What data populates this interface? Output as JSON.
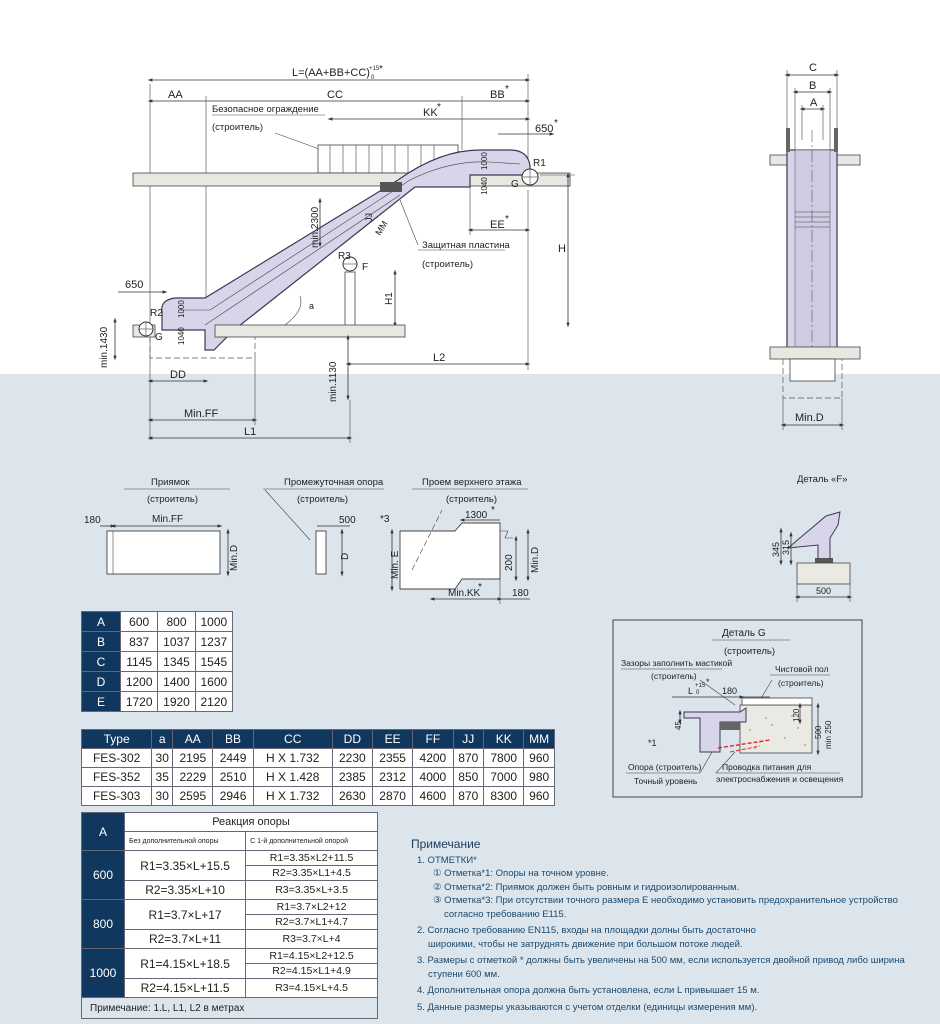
{
  "main_drawing": {
    "formula_L": "L=(AA+BB+CC)",
    "formula_tol_top": "+15",
    "formula_tol_bottom": "0",
    "star": "*",
    "dim_AA": "AA",
    "dim_CC": "CC",
    "dim_BB": "BB",
    "dim_KK": "KK",
    "dim_650_top": "650",
    "dim_650_left": "650",
    "guard_line1": "Безопасное ограждение",
    "guard_line2": "(строитель)",
    "protect_line1": "Защитная пластина",
    "protect_line2": "(строитель)",
    "dim_EE": "EE",
    "dim_H": "H",
    "dim_H1": "H1",
    "dim_min2300": "min.2300",
    "dim_JJ": "JJ",
    "dim_MM": "MM",
    "dim_a": "a",
    "label_R1": "R1",
    "label_R2": "R2",
    "label_R3": "R3",
    "label_G_top": "G",
    "label_G_bottom": "G",
    "label_F": "F",
    "dim_1040_top": "1040",
    "dim_1000_top": "1000",
    "dim_1040_bottom": "1040",
    "dim_1000_bottom": "1000",
    "dim_min1430": "min.1430",
    "dim_min1130": "min.1130",
    "dim_DD": "DD",
    "dim_L2": "L2",
    "dim_minFF": "Min.FF",
    "dim_L1": "L1"
  },
  "side_view": {
    "dim_C": "C",
    "dim_B": "B",
    "dim_A": "A",
    "dim_minD": "Min.D"
  },
  "plan_views": {
    "pit_title": "Приямок",
    "pit_sub": "(строитель)",
    "pit_180": "180",
    "pit_minFF": "Min.FF",
    "pit_minD": "Min.D",
    "mid_title": "Промежуточная опора",
    "mid_sub": "(строитель)",
    "mid_500": "500",
    "mid_D": "D",
    "open_title": "Проем верхнего этажа",
    "open_sub": "(строитель)",
    "open_1300": "1300",
    "open_star3": "*3",
    "open_minE": "Min. E",
    "open_200": "200",
    "open_minD": "Min.D",
    "open_minKK": "Min.KK",
    "open_180": "180"
  },
  "detail_F": {
    "title": "Деталь «F»",
    "dim_345": "345",
    "dim_315": "315",
    "dim_500": "500"
  },
  "detail_G": {
    "title": "Деталь G",
    "sub": "(строитель)",
    "gap_line1": "Зазоры заполнить мастикой",
    "gap_line2": "(строитель)",
    "finish_line1": "Чистовой пол",
    "finish_line2": "(строитель)",
    "dim_L": "L",
    "dim_tol_top": "+15",
    "dim_tol_bottom": "0",
    "dim_180": "180",
    "dim_45": "45",
    "dim_120": "120",
    "dim_500": "500",
    "dim_min250": "min 250",
    "mark_1": "*1",
    "support_line1": "Опора (строитель)",
    "support_line2": "Точный уровень",
    "cable_line1": "Проводка питания для",
    "cable_line2": "электроснабжения и освещения"
  },
  "table_abcde": {
    "rows": [
      {
        "k": "A",
        "v": [
          "600",
          "800",
          "1000"
        ]
      },
      {
        "k": "B",
        "v": [
          "837",
          "1037",
          "1237"
        ]
      },
      {
        "k": "C",
        "v": [
          "1145",
          "1345",
          "1545"
        ]
      },
      {
        "k": "D",
        "v": [
          "1200",
          "1400",
          "1600"
        ]
      },
      {
        "k": "E",
        "v": [
          "1720",
          "1920",
          "2120"
        ]
      }
    ]
  },
  "table_types": {
    "headers": [
      "Type",
      "a",
      "AA",
      "BB",
      "CC",
      "DD",
      "EE",
      "FF",
      "JJ",
      "KK",
      "MM"
    ],
    "rows": [
      [
        "FES-302",
        "30",
        "2195",
        "2449",
        "H X 1.732",
        "2230",
        "2355",
        "4200",
        "870",
        "7800",
        "960"
      ],
      [
        "FES-352",
        "35",
        "2229",
        "2510",
        "H X 1.428",
        "2385",
        "2312",
        "4000",
        "850",
        "7000",
        "980"
      ],
      [
        "FES-303",
        "30",
        "2595",
        "2946",
        "H X 1.732",
        "2630",
        "2870",
        "4600",
        "870",
        "8300",
        "960"
      ]
    ]
  },
  "table_reactions": {
    "col_A": "A",
    "title": "Реакция опоры",
    "sub_without": "Без дополнительной опоры",
    "sub_with": "С 1-й дополнительной опорой",
    "groups": [
      {
        "a": "600",
        "without": [
          "R1=3.35×L+15.5",
          "R2=3.35×L+10"
        ],
        "with": [
          "R1=3.35×L2+11.5",
          "R2=3.35×L1+4.5",
          "R3=3.35×L+3.5"
        ]
      },
      {
        "a": "800",
        "without": [
          "R1=3.7×L+17",
          "R2=3.7×L+11"
        ],
        "with": [
          "R1=3.7×L2+12",
          "R2=3.7×L1+4.7",
          "R3=3.7×L+4"
        ]
      },
      {
        "a": "1000",
        "without": [
          "R1=4.15×L+18.5",
          "R2=4.15×L+11.5"
        ],
        "with": [
          "R1=4.15×L2+12.5",
          "R2=4.15×L1+4.9",
          "R3=4.15×L+4.5"
        ]
      }
    ],
    "footnote": "Примечание: 1.L, L1, L2 в метрах"
  },
  "notes": {
    "title": "Примечание",
    "n1": "1. ОТМЕТКИ*",
    "n1a": "① Отметка*1: Опоры на точном уровне.",
    "n1b": "② Отметка*2: Приямок должен быть ровным и гидроизолированным.",
    "n1c": "③ Отметка*3: При отсутствии точного размера E необходимо установить предохранительное устройство",
    "n1c2": "согласно требованию E115.",
    "n2": "2. Согласно требованию EN115, входы на площадки долны быть достаточно",
    "n2b": "широкими, чтобы не затруднять движение при большом потоке людей.",
    "n3": "3. Размеры с отметкой * должны быть увеличены на 500 мм, если используется двойной привод либо ширина",
    "n3b": "ступени 600 мм.",
    "n4": "4. Дополнительная опора должна быть установлена, если L привышает 15 м.",
    "n5": "5. Данные размеры указываются с учетом отделки (единицы измерения мм)."
  }
}
